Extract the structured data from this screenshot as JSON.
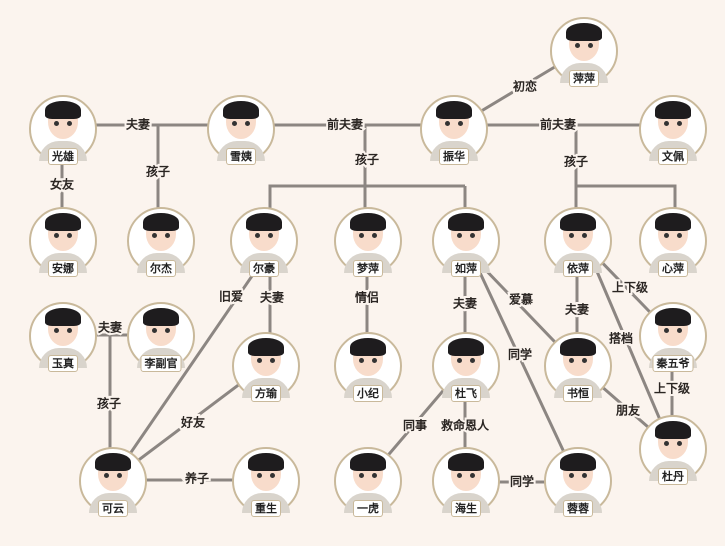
{
  "colors": {
    "background": "#fbf4ee",
    "line": "#8c8682",
    "border": "#c9b99b"
  },
  "people": {
    "pingping": "萍萍",
    "guangxiong": "光雄",
    "xueyi": "雪姨",
    "zhenhua": "振华",
    "wenpei": "文佩",
    "anna": "安娜",
    "erjie": "尔杰",
    "erhao": "尔豪",
    "mengping": "梦萍",
    "ruping": "如萍",
    "yiping": "依萍",
    "xinping": "心萍",
    "yuzhen": "玉真",
    "lifuguan": "李副官",
    "fangyu": "方瑜",
    "xiaoji": "小纪",
    "dufei": "杜飞",
    "shuheng": "书恒",
    "qinwuye": "秦五爷",
    "dudan": "杜丹",
    "keyun": "可云",
    "chongsheng": "重生",
    "yihu": "一虎",
    "haisheng": "海生",
    "rongrong": "蓉蓉"
  },
  "edges": [
    {
      "from": "光雄",
      "to": "雪姨",
      "label": "夫妻"
    },
    {
      "from": "光雄/雪姨",
      "to": "尔杰",
      "label": "孩子"
    },
    {
      "from": "光雄",
      "to": "安娜",
      "label": "女友"
    },
    {
      "from": "雪姨",
      "to": "振华",
      "label": "前夫妻"
    },
    {
      "from": "雪姨/振华",
      "to": "尔豪,梦萍,如萍",
      "label": "孩子"
    },
    {
      "from": "振华",
      "to": "萍萍",
      "label": "初恋"
    },
    {
      "from": "振华",
      "to": "文佩",
      "label": "前夫妻"
    },
    {
      "from": "振华/文佩",
      "to": "依萍,心萍",
      "label": "孩子"
    },
    {
      "from": "尔豪",
      "to": "方瑜",
      "label": "夫妻"
    },
    {
      "from": "尔豪",
      "to": "可云",
      "label": "旧爱"
    },
    {
      "from": "梦萍",
      "to": "小纪",
      "label": "情侣"
    },
    {
      "from": "如萍",
      "to": "杜飞",
      "label": "夫妻"
    },
    {
      "from": "如萍",
      "to": "书恒",
      "label": "爱慕"
    },
    {
      "from": "如萍",
      "to": "蓉蓉",
      "label": "同学"
    },
    {
      "from": "依萍",
      "to": "书恒",
      "label": "夫妻"
    },
    {
      "from": "依萍",
      "to": "秦五爷",
      "label": "上下级"
    },
    {
      "from": "依萍",
      "to": "杜丹",
      "label": "搭档"
    },
    {
      "from": "秦五爷",
      "to": "杜丹",
      "label": "上下级"
    },
    {
      "from": "书恒",
      "to": "杜丹",
      "label": "朋友"
    },
    {
      "from": "玉真",
      "to": "李副官",
      "label": "夫妻"
    },
    {
      "from": "玉真/李副官",
      "to": "可云",
      "label": "孩子"
    },
    {
      "from": "方瑜",
      "to": "可云",
      "label": "好友"
    },
    {
      "from": "可云",
      "to": "重生",
      "label": "养子"
    },
    {
      "from": "杜飞",
      "to": "一虎",
      "label": "同事"
    },
    {
      "from": "杜飞",
      "to": "海生",
      "label": "救命恩人"
    },
    {
      "from": "海生",
      "to": "蓉蓉",
      "label": "同学"
    }
  ]
}
